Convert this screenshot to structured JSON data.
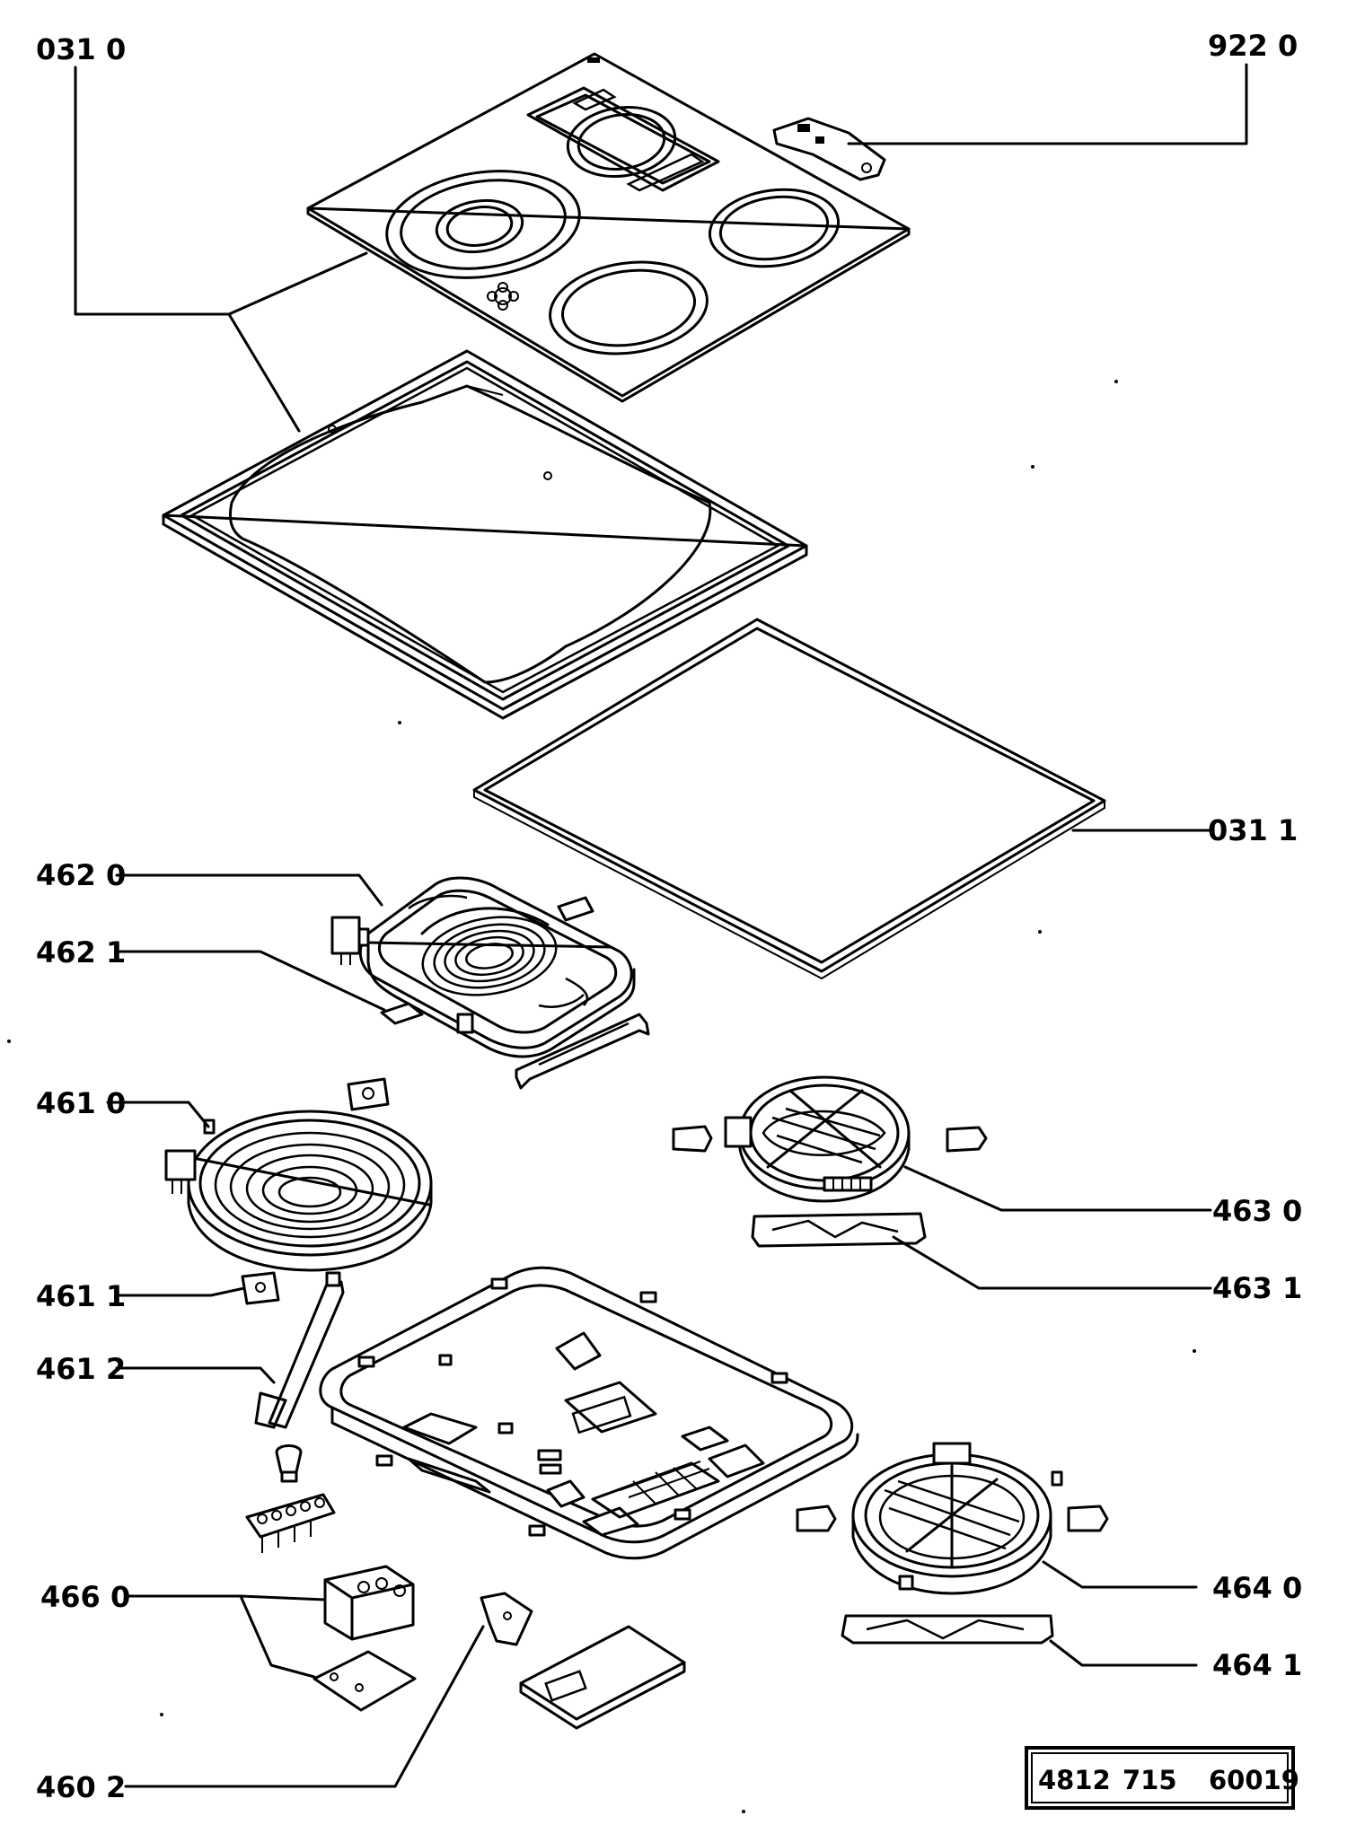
{
  "callouts": [
    {
      "id": "c0310",
      "text": "031 0"
    },
    {
      "id": "c9220",
      "text": "922 0"
    },
    {
      "id": "c0311",
      "text": "031 1"
    },
    {
      "id": "c4620",
      "text": "462 0"
    },
    {
      "id": "c4621",
      "text": "462 1"
    },
    {
      "id": "c4610",
      "text": "461 0"
    },
    {
      "id": "c4630",
      "text": "463 0"
    },
    {
      "id": "c4631",
      "text": "463 1"
    },
    {
      "id": "c4611",
      "text": "461 1"
    },
    {
      "id": "c4612",
      "text": "461 2"
    },
    {
      "id": "c4660",
      "text": "466 0"
    },
    {
      "id": "c4640",
      "text": "464 0"
    },
    {
      "id": "c4641",
      "text": "464 1"
    },
    {
      "id": "c4602",
      "text": "460 2"
    }
  ],
  "document_number": {
    "part1": "4812",
    "part2": "715",
    "part3": "60019"
  }
}
